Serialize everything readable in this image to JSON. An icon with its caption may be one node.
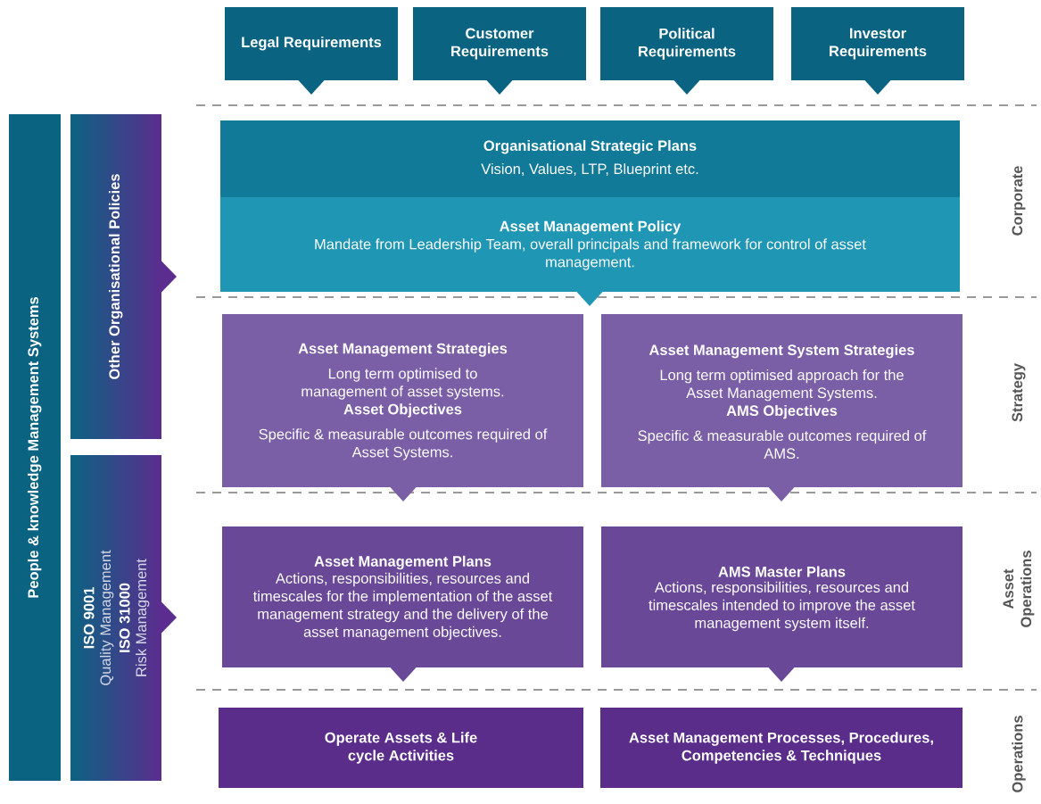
{
  "diagram": {
    "nodes": [
      {
        "text": [
          "Legal Requirements"
        ]
      },
      {
        "text": [
          "Customer Requirements"
        ]
      },
      {
        "text": [
          "Political Requirements"
        ]
      },
      {
        "text": [
          "Investor Requirements"
        ]
      },
      {
        "text": [
          "People & knowledge Management Systems"
        ]
      },
      {
        "text": [
          "Other Organisational Policies"
        ]
      },
      {
        "text": [
          "ISO 9001",
          "Quality Management",
          "ISO 31000",
          "Risk Management"
        ]
      },
      {
        "text": [
          "Organisational Strategic Plans",
          "Vision, Values, LTP, Blueprint etc."
        ]
      },
      {
        "text": [
          "Asset Management Policy",
          "Mandate from Leadership Team, overall principals and framework for control of asset management."
        ]
      },
      {
        "text": [
          "Asset Management Strategies",
          "Long term optimised to management of asset systems.",
          "Asset Objectives",
          "Specific & measurable outcomes required of Asset Systems."
        ]
      },
      {
        "text": [
          "Asset Management System Strategies",
          "Long term optimised approach for the Asset Management Systems.",
          "AMS Objectives",
          "Specific & measurable outcomes required of AMS."
        ]
      },
      {
        "text": [
          "Asset Management Plans",
          "Actions, responsibilities, resources and timescales for the implementation of the asset management strategy and the delivery of the asset management objectives."
        ]
      },
      {
        "text": [
          "AMS Master Plans",
          "Actions, responsibilities, resources and timescales intended to improve the asset management system itself."
        ]
      },
      {
        "text": [
          "Operate Assets & Life cycle Activities"
        ]
      },
      {
        "text": [
          "Asset Management Processes, Procedures, Competencies & Techniques"
        ]
      }
    ],
    "labels": [
      "Corporate",
      "Strategy",
      "Asset Operations",
      "Operations"
    ]
  }
}
